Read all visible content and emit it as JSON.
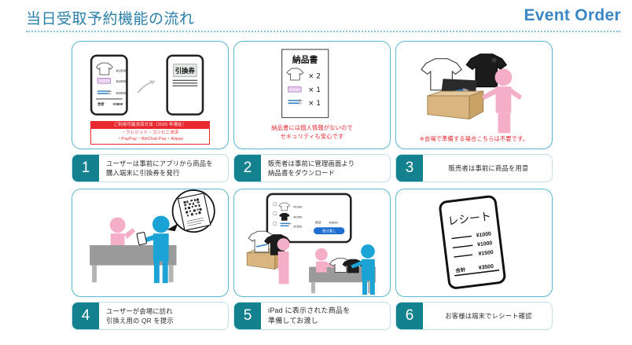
{
  "header": {
    "title": "当日受取予約機能の流れ",
    "brand": "Event Order",
    "brand_color": "#3b86c4",
    "title_color": "#2a7fa8"
  },
  "theme": {
    "panel_border": "#57b7ce",
    "step_number_bg": "#14818f",
    "red": "#e8272e",
    "pink_figure": "#f4aec8",
    "blue_figure": "#1ba3d6"
  },
  "steps": [
    {
      "number": "1",
      "lines": [
        "ユーザーは事前にアプリから商品を",
        "購入端末に引換券を発行"
      ]
    },
    {
      "number": "2",
      "lines": [
        "販売者は事前に管理画面より",
        "納品書をダウンロード"
      ]
    },
    {
      "number": "3",
      "lines": [
        "販売者は事前に商品を用意"
      ]
    },
    {
      "number": "4",
      "lines": [
        "ユーザーが会場に訪れ",
        "引換え用の QR を提示"
      ]
    },
    {
      "number": "5",
      "lines": [
        "iPad に表示された商品を",
        "準備してお渡し"
      ]
    },
    {
      "number": "6",
      "lines": [
        "お客様は端末でレシート確認"
      ]
    }
  ],
  "panel1": {
    "phone_rows": [
      {
        "item": "tshirt-icon",
        "price": "¥1000"
      },
      {
        "item": "towel-icon",
        "price": "¥1000"
      },
      {
        "item": "pen-icon",
        "price": "¥1500"
      }
    ],
    "total_label": "合計",
    "total_price": "¥3500",
    "ticket_label": "引換券",
    "note_head": "ご利用可能決済方法（2025 年現在）",
    "note_line1": "・クレジット・コンビニ決済",
    "note_line2": "・PayPay・WeChat Pay・Alipay"
  },
  "panel2": {
    "doc_title": "納品書",
    "rows": [
      {
        "item": "tshirt-icon",
        "qty": "× 2"
      },
      {
        "item": "towel-icon",
        "qty": "× 1"
      },
      {
        "item": "pen-icon",
        "qty": "× 1"
      }
    ],
    "note_line1": "納品書には個人情報がないので",
    "note_line2": "セキュリティも安心です"
  },
  "panel3": {
    "note": "※会場で準備する場合こちらは不要です。"
  },
  "panel4": {
    "qr_label": "qr-code"
  },
  "panel5": {
    "list_rows": [
      {
        "item": "tshirt-icon",
        "price": "¥1000"
      },
      {
        "item": "towel-icon",
        "price": "¥1000"
      },
      {
        "item": "pen-icon",
        "price": "¥1500"
      }
    ],
    "total_label": "合計",
    "total_price": "¥3500",
    "button_label": "受け渡し"
  },
  "panel6": {
    "receipt_title": "レシート",
    "prices": [
      "¥1000",
      "¥1000",
      "¥1500"
    ],
    "total_label": "合計",
    "total_price": "¥3500"
  }
}
